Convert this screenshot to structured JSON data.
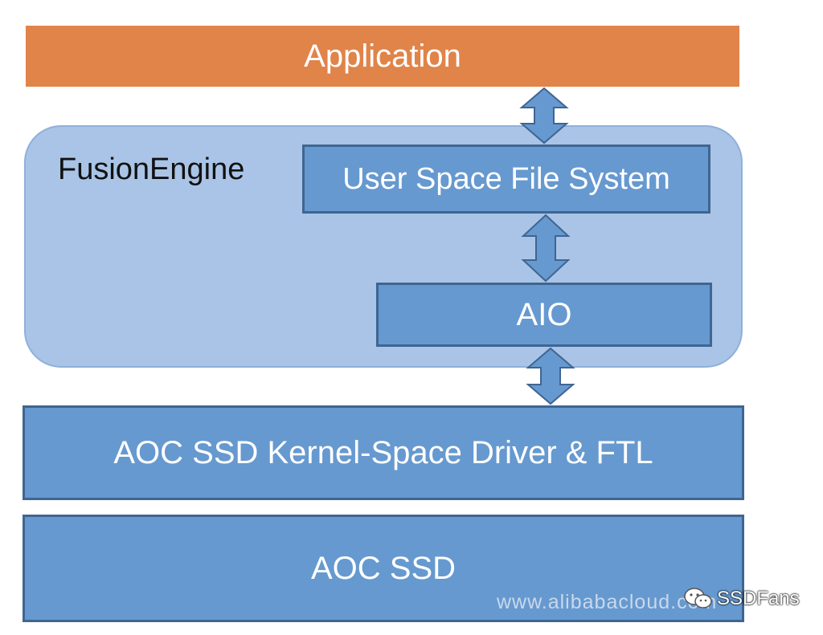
{
  "layers": {
    "application": "Application",
    "fusion_engine": "FusionEngine",
    "user_space_fs": "User Space File System",
    "aio": "AIO",
    "driver": "AOC SSD Kernel-Space Driver & FTL",
    "ssd": "AOC SSD"
  },
  "watermark": {
    "site": "www.alibabacloud.com",
    "brand": "SSDFans"
  },
  "colors": {
    "application": "#e0844a",
    "fusion_engine_bg": "#a9c4e6",
    "layer_box": "#6699cf",
    "layer_border": "#3f6592",
    "arrow_fill": "#6699cf"
  },
  "icons": {
    "arrows": "double-headed-vertical-arrow",
    "brand_icon": "wechat-icon"
  }
}
